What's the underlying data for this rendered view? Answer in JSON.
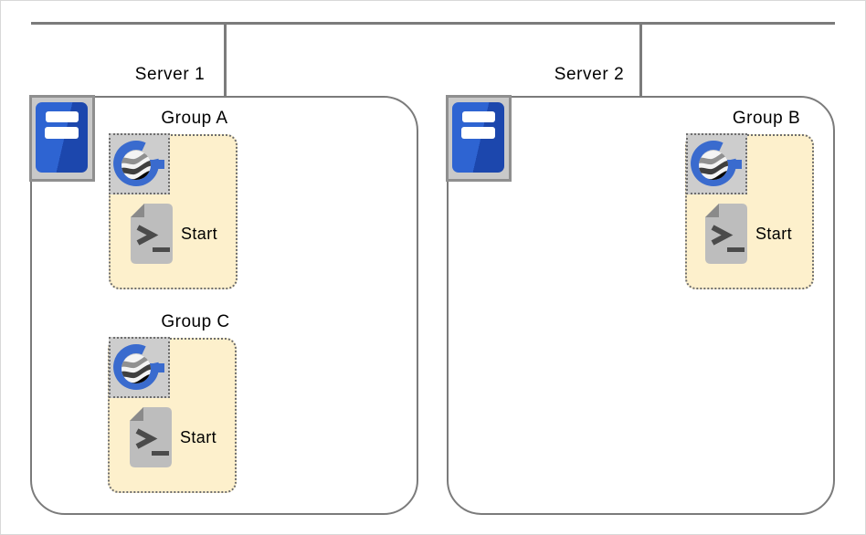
{
  "servers": [
    {
      "label": "Server 1",
      "icon": "server-tower-icon",
      "groups": [
        {
          "label": "Group A",
          "app_icon": "gams-logo-icon",
          "script_icon": "terminal-script-icon",
          "script_label": "Start"
        },
        {
          "label": "Group C",
          "app_icon": "gams-logo-icon",
          "script_icon": "terminal-script-icon",
          "script_label": "Start"
        }
      ]
    },
    {
      "label": "Server 2",
      "icon": "server-tower-icon",
      "groups": [
        {
          "label": "Group B",
          "app_icon": "gams-logo-icon",
          "script_icon": "terminal-script-icon",
          "script_label": "Start"
        }
      ]
    }
  ],
  "colors": {
    "canvas_border": "#d8d8d8",
    "line": "#7b7b7b",
    "group_fill": "#fdf0cc",
    "group_border": "#6e6e6e",
    "tile_fill": "#cdcdcd",
    "frame_fill": "#c9c9c9",
    "frame_border": "#8f8f8f",
    "blue_light": "#2e64d2",
    "blue_dark": "#1c47ad",
    "logo_blue": "#3a6bce",
    "doc_gray": "#bdbdbd",
    "doc_fold": "#8a8a8a",
    "glyph": "#4b4b4b",
    "text": "#000000"
  }
}
